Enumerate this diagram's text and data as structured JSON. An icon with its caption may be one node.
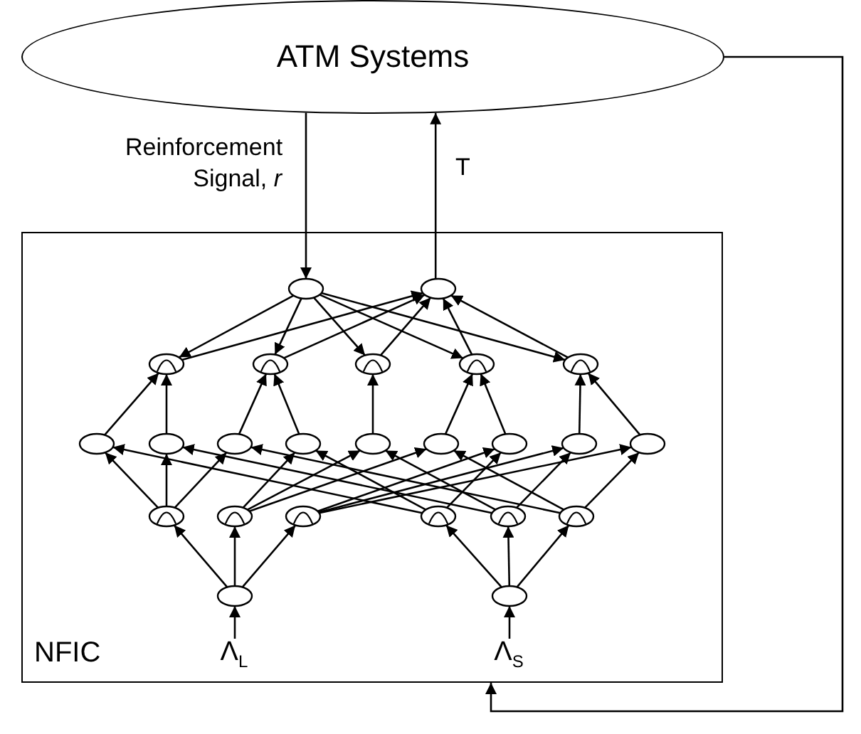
{
  "diagram": {
    "nodes": [
      {
        "text": [
          "ATM Systems"
        ]
      },
      {
        "text": [
          "NFIC"
        ]
      },
      {
        "text": [],
        "shape": "ellipse",
        "in": 1
      },
      {
        "text": [],
        "shape": "ellipse",
        "in": 1
      },
      {
        "text": [],
        "shape": "dome",
        "in": 1
      },
      {
        "text": [],
        "shape": "dome",
        "in": 1
      },
      {
        "text": [],
        "shape": "dome",
        "in": 1
      },
      {
        "text": [],
        "shape": "dome",
        "in": 1
      },
      {
        "text": [],
        "shape": "dome",
        "in": 1
      },
      {
        "text": [],
        "shape": "ellipse",
        "in": 1
      },
      {
        "text": [],
        "shape": "ellipse",
        "in": 1
      },
      {
        "text": [],
        "shape": "ellipse",
        "in": 1
      },
      {
        "text": [],
        "shape": "ellipse",
        "in": 1
      },
      {
        "text": [],
        "shape": "ellipse",
        "in": 1
      },
      {
        "text": [],
        "shape": "ellipse",
        "in": 1
      },
      {
        "text": [],
        "shape": "ellipse",
        "in": 1
      },
      {
        "text": [],
        "shape": "ellipse",
        "in": 1
      },
      {
        "text": [],
        "shape": "ellipse",
        "in": 1
      },
      {
        "text": [],
        "shape": "dome",
        "in": 1
      },
      {
        "text": [],
        "shape": "dome",
        "in": 1
      },
      {
        "text": [],
        "shape": "dome",
        "in": 1
      },
      {
        "text": [],
        "shape": "dome",
        "in": 1
      },
      {
        "text": [],
        "shape": "dome",
        "in": 1
      },
      {
        "text": [],
        "shape": "dome",
        "in": 1
      },
      {
        "text": [],
        "shape": "ellipse",
        "in": 1
      },
      {
        "text": [],
        "shape": "ellipse",
        "in": 1
      },
      {
        "text": [
          "Λ$_{L}$"
        ],
        "in": 1
      },
      {
        "text": [
          "Λ$_{S}$"
        ],
        "in": 1
      }
    ],
    "edges": [
      {
        "from": 0,
        "to": 2,
        "arrow": "to",
        "label": "Reinforcement Signal, *r*"
      },
      {
        "from": 3,
        "to": 0,
        "arrow": "to",
        "label": "T"
      },
      {
        "from": 0,
        "to": 1,
        "arrow": "to"
      },
      {
        "from": 26,
        "to": 24,
        "arrow": "to"
      },
      {
        "from": 27,
        "to": 25,
        "arrow": "to"
      },
      {
        "from": 24,
        "to": 18,
        "arrow": "to"
      },
      {
        "from": 24,
        "to": 19,
        "arrow": "to"
      },
      {
        "from": 24,
        "to": 20,
        "arrow": "to"
      },
      {
        "from": 25,
        "to": 21,
        "arrow": "to"
      },
      {
        "from": 25,
        "to": 22,
        "arrow": "to"
      },
      {
        "from": 25,
        "to": 23,
        "arrow": "to"
      },
      {
        "from": 18,
        "to": 9,
        "arrow": "to"
      },
      {
        "from": 18,
        "to": 10,
        "arrow": "to"
      },
      {
        "from": 18,
        "to": 11,
        "arrow": "to"
      },
      {
        "from": 19,
        "to": 12,
        "arrow": "to"
      },
      {
        "from": 19,
        "to": 13,
        "arrow": "to"
      },
      {
        "from": 19,
        "to": 14,
        "arrow": "to"
      },
      {
        "from": 20,
        "to": 15,
        "arrow": "to"
      },
      {
        "from": 20,
        "to": 16,
        "arrow": "to"
      },
      {
        "from": 20,
        "to": 17,
        "arrow": "to"
      },
      {
        "from": 21,
        "to": 9,
        "arrow": "to"
      },
      {
        "from": 21,
        "to": 12,
        "arrow": "to"
      },
      {
        "from": 21,
        "to": 15,
        "arrow": "to"
      },
      {
        "from": 22,
        "to": 10,
        "arrow": "to"
      },
      {
        "from": 22,
        "to": 13,
        "arrow": "to"
      },
      {
        "from": 22,
        "to": 16,
        "arrow": "to"
      },
      {
        "from": 23,
        "to": 11,
        "arrow": "to"
      },
      {
        "from": 23,
        "to": 14,
        "arrow": "to"
      },
      {
        "from": 23,
        "to": 17,
        "arrow": "to"
      },
      {
        "from": 9,
        "to": 4,
        "arrow": "to"
      },
      {
        "from": 10,
        "to": 4,
        "arrow": "to"
      },
      {
        "from": 11,
        "to": 5,
        "arrow": "to"
      },
      {
        "from": 12,
        "to": 5,
        "arrow": "to"
      },
      {
        "from": 13,
        "to": 6,
        "arrow": "to"
      },
      {
        "from": 14,
        "to": 7,
        "arrow": "to"
      },
      {
        "from": 15,
        "to": 7,
        "arrow": "to"
      },
      {
        "from": 16,
        "to": 8,
        "arrow": "to"
      },
      {
        "from": 17,
        "to": 8,
        "arrow": "to"
      },
      {
        "from": 2,
        "to": 4,
        "arrow": "to"
      },
      {
        "from": 2,
        "to": 5,
        "arrow": "to"
      },
      {
        "from": 2,
        "to": 6,
        "arrow": "to"
      },
      {
        "from": 2,
        "to": 7,
        "arrow": "to"
      },
      {
        "from": 2,
        "to": 8,
        "arrow": "to"
      },
      {
        "from": 4,
        "to": 3,
        "arrow": "to"
      },
      {
        "from": 5,
        "to": 3,
        "arrow": "to"
      },
      {
        "from": 6,
        "to": 3,
        "arrow": "to"
      },
      {
        "from": 7,
        "to": 3,
        "arrow": "to"
      },
      {
        "from": 8,
        "to": 3,
        "arrow": "to"
      }
    ]
  }
}
